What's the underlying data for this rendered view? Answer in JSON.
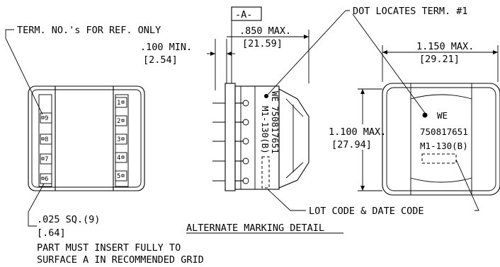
{
  "notes": {
    "term_ref": "TERM. NO.'s FOR REF. ONLY",
    "dot_term": "DOT LOCATES TERM. #1",
    "lot_code": "LOT CODE & DATE CODE",
    "alt_marking": "ALTERNATE MARKING DETAIL",
    "insert_line1": "PART MUST INSERT FULLY TO",
    "insert_line2": "SURFACE A IN RECOMMENDED GRID"
  },
  "dimensions": {
    "datum": "-A-",
    "depth_in": ".850 MAX.",
    "depth_mm": "[21.59]",
    "standoff_in": ".100 MIN.",
    "standoff_mm": "[2.54]",
    "width_in": "1.150 MAX.",
    "width_mm": "[29.21]",
    "height_in": "1.100 MAX.",
    "height_mm": "[27.94]",
    "pin_in": ".025 SQ.(9)",
    "pin_mm": "[.64]"
  },
  "marking": {
    "logo": "WE",
    "part_number": "750817651",
    "code": "M1-130(B)"
  },
  "terminals": {
    "left_column": [
      "9",
      "8",
      "7",
      "6"
    ],
    "right_column": [
      "1",
      "2",
      "3",
      "4",
      "5"
    ]
  }
}
